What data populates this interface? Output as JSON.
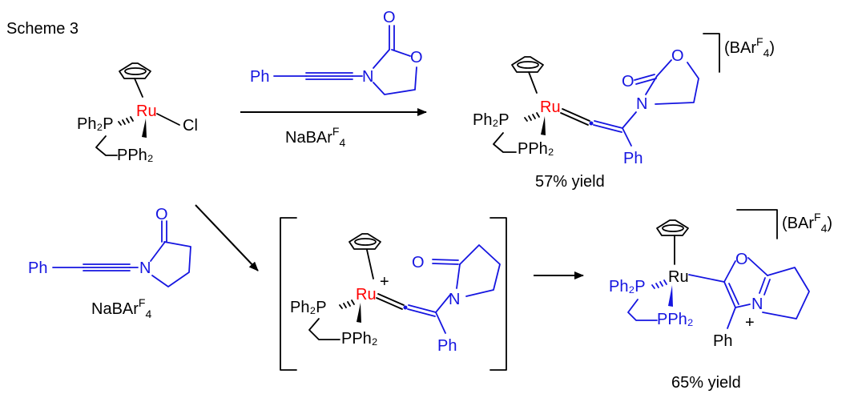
{
  "scheme_title": "Scheme 3",
  "atoms": {
    "ru": "Ru",
    "cl": "Cl",
    "ph2p": "Ph₂P",
    "pph2": "PPh₂",
    "ph": "Ph",
    "n": "N",
    "o": "O",
    "plus": "+"
  },
  "reagent": {
    "base": "NaBAr",
    "sup": "F",
    "sub": "4"
  },
  "counterion": {
    "open": "(BAr",
    "sup": "F",
    "sub": "4",
    "close": ")"
  },
  "yields": {
    "top_product": "57% yield",
    "bottom_product": "65% yield"
  },
  "colors": {
    "ruthenium": "#ff0000",
    "organic_fragment": "#1515e0",
    "default": "#000000"
  }
}
